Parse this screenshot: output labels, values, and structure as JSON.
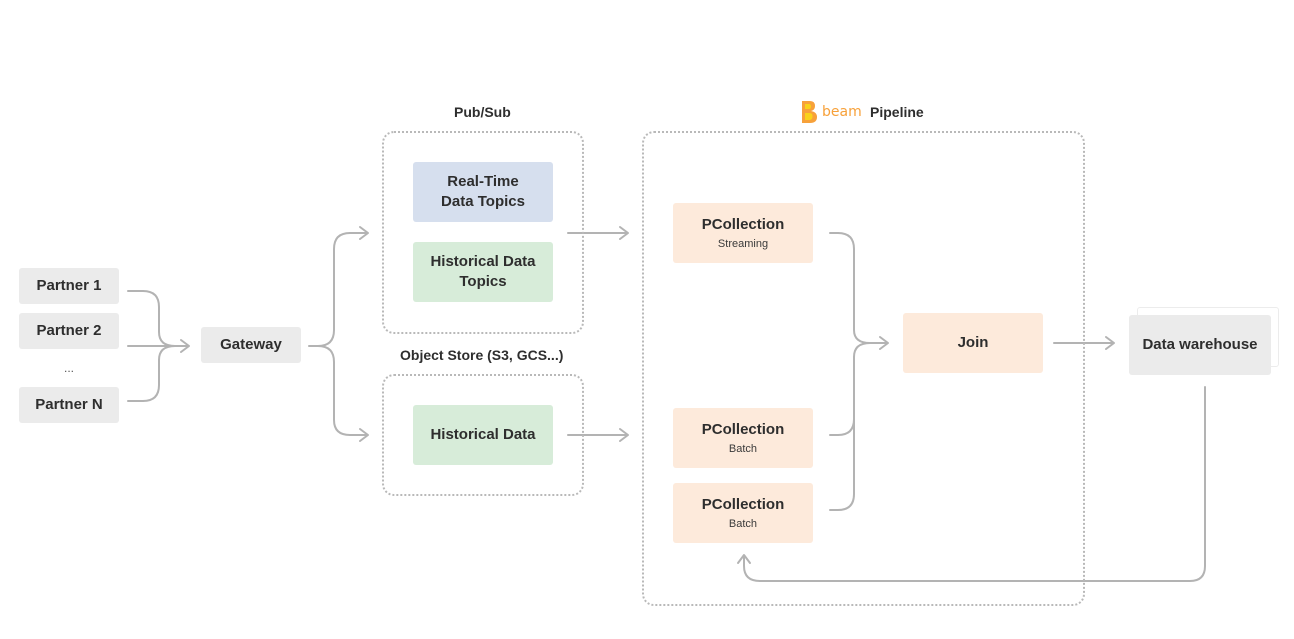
{
  "sources": {
    "partners": [
      "Partner 1",
      "Partner 2",
      "Partner N"
    ],
    "ellipsis": "..."
  },
  "gateway": {
    "label": "Gateway"
  },
  "pubsub": {
    "title": "Pub/Sub",
    "realtime": "Real-Time\nData Topics",
    "historical": "Historical Data\nTopics"
  },
  "object_store": {
    "title": "Object Store (S3,  GCS...)",
    "historical": "Historical Data"
  },
  "pipeline": {
    "brand": "beam",
    "title": "Pipeline",
    "collections": [
      {
        "label": "PCollection",
        "sub": "Streaming"
      },
      {
        "label": "PCollection",
        "sub": "Batch"
      },
      {
        "label": "PCollection",
        "sub": "Batch"
      }
    ],
    "join": "Join"
  },
  "warehouse": {
    "label": "Data warehouse"
  },
  "colors": {
    "connector": "#b3b3b3",
    "gray_box": "#ebebeb",
    "blue_box": "#d6dfee",
    "green_box": "#d7ecd9",
    "peach_box": "#fdeadb",
    "beam_orange": "#f7a13a",
    "beam_yellow": "#f9d21a"
  }
}
